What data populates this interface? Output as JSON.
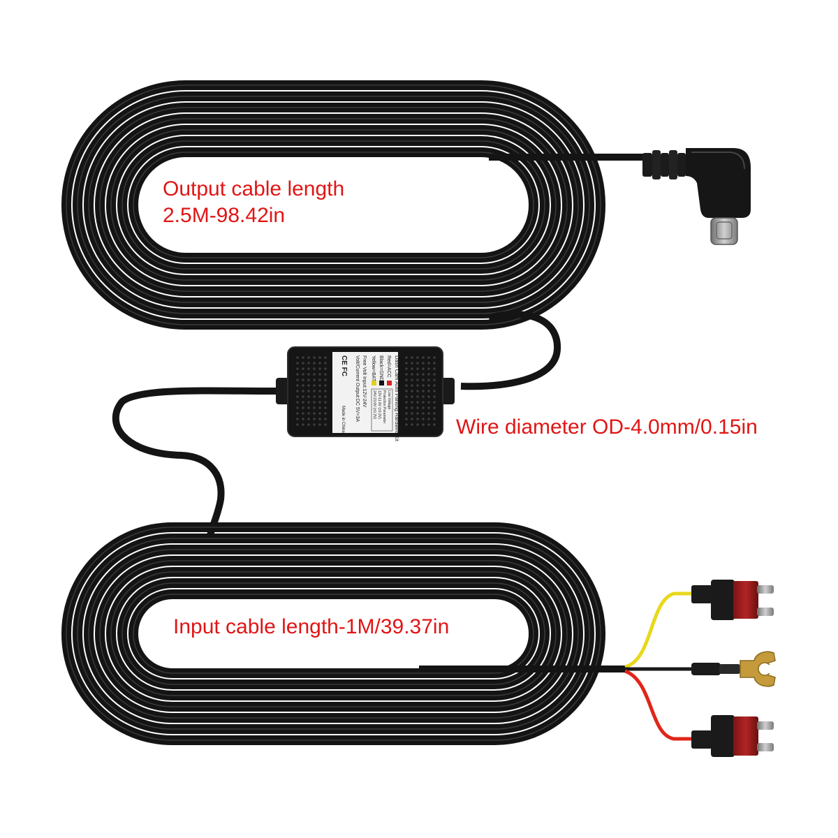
{
  "labels": {
    "output_line1": "Output cable length",
    "output_line2": "2.5M-98.42in",
    "wire_diameter": "Wire diameter OD-4.0mm/0.15in",
    "input": "Input cable length-1M/39.37in"
  },
  "box_text": {
    "title": "Dash Cam Auto Parking Hardwire Kit",
    "red": "Red=ACC",
    "black": "Black=GND",
    "yellow": "Yellow=BATT",
    "input": "Free Volt Input:12V-24V",
    "output": "Volt/Current Output:DC 5V=3A",
    "origin": "Made in China",
    "param1": "Low Voltage",
    "param2": "Protection Parameter",
    "param3": "12V-11.6V (±0.2V)",
    "param4": "24V-23.6V (±0.2V)"
  },
  "colors": {
    "label": "#e01515",
    "cable": "#141414",
    "cable_highlight": "#3a3a3a",
    "yellow_wire": "#e8d81c",
    "red_wire": "#e0261a",
    "fuse_red": "#a51f1f",
    "metal": "#a8a8a8"
  }
}
